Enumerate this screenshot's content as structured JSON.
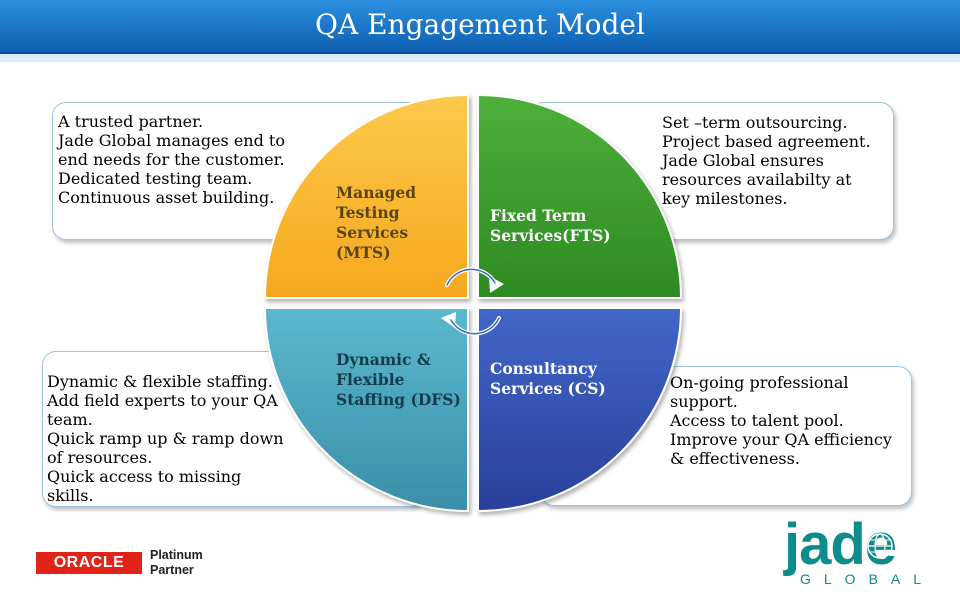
{
  "header": {
    "title": "QA Engagement Model"
  },
  "quadrants": {
    "mts": {
      "label": "Managed Testing Services (MTS)",
      "label_lines": [
        "Managed",
        "Testing",
        "Services",
        "(MTS)"
      ],
      "color": "#FDB92D",
      "bullets": [
        "A trusted partner.",
        "Jade Global manages end to end needs for the customer.",
        "Dedicated testing team.",
        "Continuous asset building."
      ]
    },
    "fts": {
      "label": "Fixed Term Services(FTS)",
      "label_lines": [
        "Fixed Term",
        "Services(FTS)"
      ],
      "color": "#3A9C2E",
      "bullets": [
        "Set –term outsourcing.",
        "Project based agreement.",
        "Jade Global ensures resources availabilty at key milestones."
      ]
    },
    "dfs": {
      "label": "Dynamic & Flexible Staffing (DFS)",
      "label_lines": [
        "Dynamic &",
        "Flexible",
        "Staffing (DFS)"
      ],
      "color": "#4BA8C0",
      "bullets": [
        "Dynamic & flexible staffing.",
        "Add field experts to your QA team.",
        "Quick ramp up & ramp down of resources.",
        "Quick access to missing skills."
      ]
    },
    "cs": {
      "label": "Consultancy Services (CS)",
      "label_lines": [
        "Consultancy",
        "Services (CS)"
      ],
      "color": "#3355B8",
      "bullets": [
        "On-going professional support.",
        "Access to talent pool.",
        "Improve your QA efficiency & effectiveness."
      ]
    }
  },
  "footer": {
    "oracle_brand": "ORACLE",
    "oracle_tier_line1": "Platinum",
    "oracle_tier_line2": "Partner",
    "jade_brand": "jade",
    "jade_sub": "GLOBAL"
  },
  "colors": {
    "title_bar": "#1773CA",
    "box_border": "#9CC3E4",
    "jade_teal": "#0E8C8C",
    "oracle_red": "#E2231A"
  }
}
